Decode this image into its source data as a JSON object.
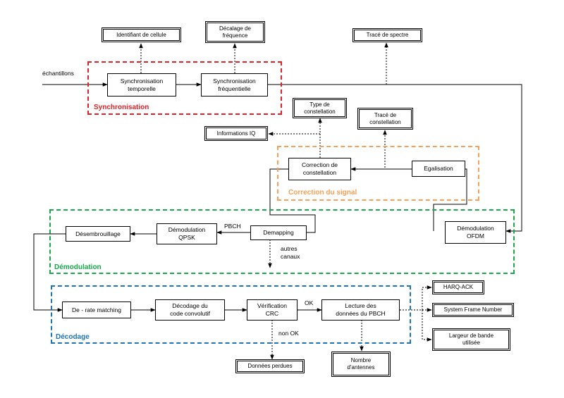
{
  "colors": {
    "synchronisation": "#e81e25",
    "correction": "#f7a05a",
    "demodulation": "#1aa84b",
    "decodage": "#1f73b7"
  },
  "groups": {
    "synchronisation": "Synchronisation",
    "correction": "Correction du signal",
    "demodulation": "Démodulation",
    "decodage": "Décodage"
  },
  "blocks": {
    "sync_temporelle": "Synchronisation\ntemporelle",
    "sync_frequentielle": "Synchronisation\nfréquentielle",
    "correction_constellation": "Correction de\nconstellation",
    "egalisation": "Egalisation",
    "desembrouillage": "Désembrouillage",
    "demod_qpsk": "Démodulation\nQPSK",
    "demapping": "Demapping",
    "demod_ofdm": "Démodulation\nOFDM",
    "derate": "De - rate matching",
    "decodage_conv": "Décodage du\ncode convolutif",
    "verif_crc": "Vérification\nCRC",
    "lecture_pbch": "Lecture des\ndonnées du PBCH"
  },
  "outputs": {
    "identifiant": "Identifiant de cellule",
    "decalage": "Décalage de\nfréquence",
    "trace_spectre": "Tracé de spectre",
    "type_constellation": "Type de\nconstellation",
    "trace_constellation": "Tracé de\nconstellation",
    "informations_iq": "Informations IQ",
    "harq": "HARQ-ACK",
    "sfn": "System Frame Number",
    "largeur": "Largeur de bande\nutilisée",
    "donnees_perdues": "Données perdues",
    "nombre_antennes": "Nombre\nd'antennes"
  },
  "labels": {
    "echantillons": "échantillons",
    "pbch": "PBCH",
    "autres_canaux": "autres\ncanaux",
    "ok": "OK",
    "non_ok": "non OK"
  }
}
